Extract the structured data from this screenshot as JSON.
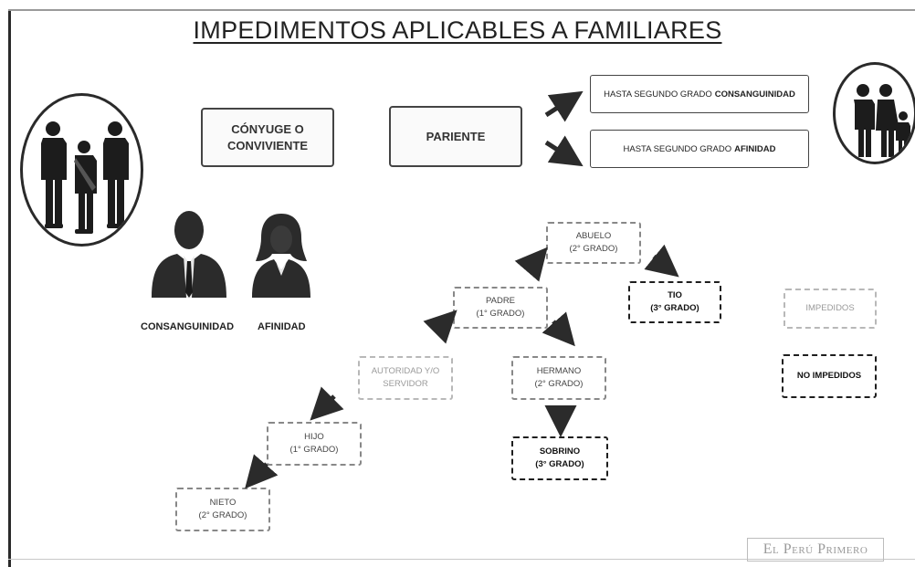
{
  "title": "IMPEDIMENTOS APLICABLES A FAMILIARES",
  "top_boxes": {
    "conyuge": {
      "line1": "CÓNYUGE O",
      "line2": "CONVIVIENTE"
    },
    "pariente": "PARIENTE",
    "consanguinidad": {
      "text": "HASTA SEGUNDO GRADO",
      "bold": "CONSANGUINIDAD"
    },
    "afinidad": {
      "text": "HASTA SEGUNDO GRADO",
      "bold": "AFINIDAD"
    }
  },
  "captions": {
    "consanguinidad": "CONSANGUINIDAD",
    "afinidad": "AFINIDAD"
  },
  "tree": {
    "abuelo": {
      "name": "ABUELO",
      "grade": "(2° GRADO)"
    },
    "padre": {
      "name": "PADRE",
      "grade": "(1° GRADO)"
    },
    "tio": {
      "name": "TIO",
      "grade": "(3° GRADO)"
    },
    "autoridad": {
      "line1": "AUTORIDAD Y/O",
      "line2": "SERVIDOR"
    },
    "hermano": {
      "name": "HERMANO",
      "grade": "(2° GRADO)"
    },
    "hijo": {
      "name": "HIJO",
      "grade": "(1° GRADO)"
    },
    "sobrino": {
      "name": "SOBRINO",
      "grade": "(3° GRADO)"
    },
    "nieto": {
      "name": "NIETO",
      "grade": "(2° GRADO)"
    }
  },
  "legend": {
    "impedidos": "IMPEDIDOS",
    "no_impedidos": "NO IMPEDIDOS"
  },
  "brand": "El Perú Primero",
  "icons": {
    "family_group": "family-group-icon",
    "family_parents_child": "family-parents-child-icon",
    "man": "man-silhouette-icon",
    "woman": "woman-silhouette-icon",
    "arrow": "arrow-icon"
  },
  "colors": {
    "impedido_border": "#888888",
    "no_impedido_border": "#1e1e1e",
    "legend_impedido": "#b8b8b8"
  }
}
